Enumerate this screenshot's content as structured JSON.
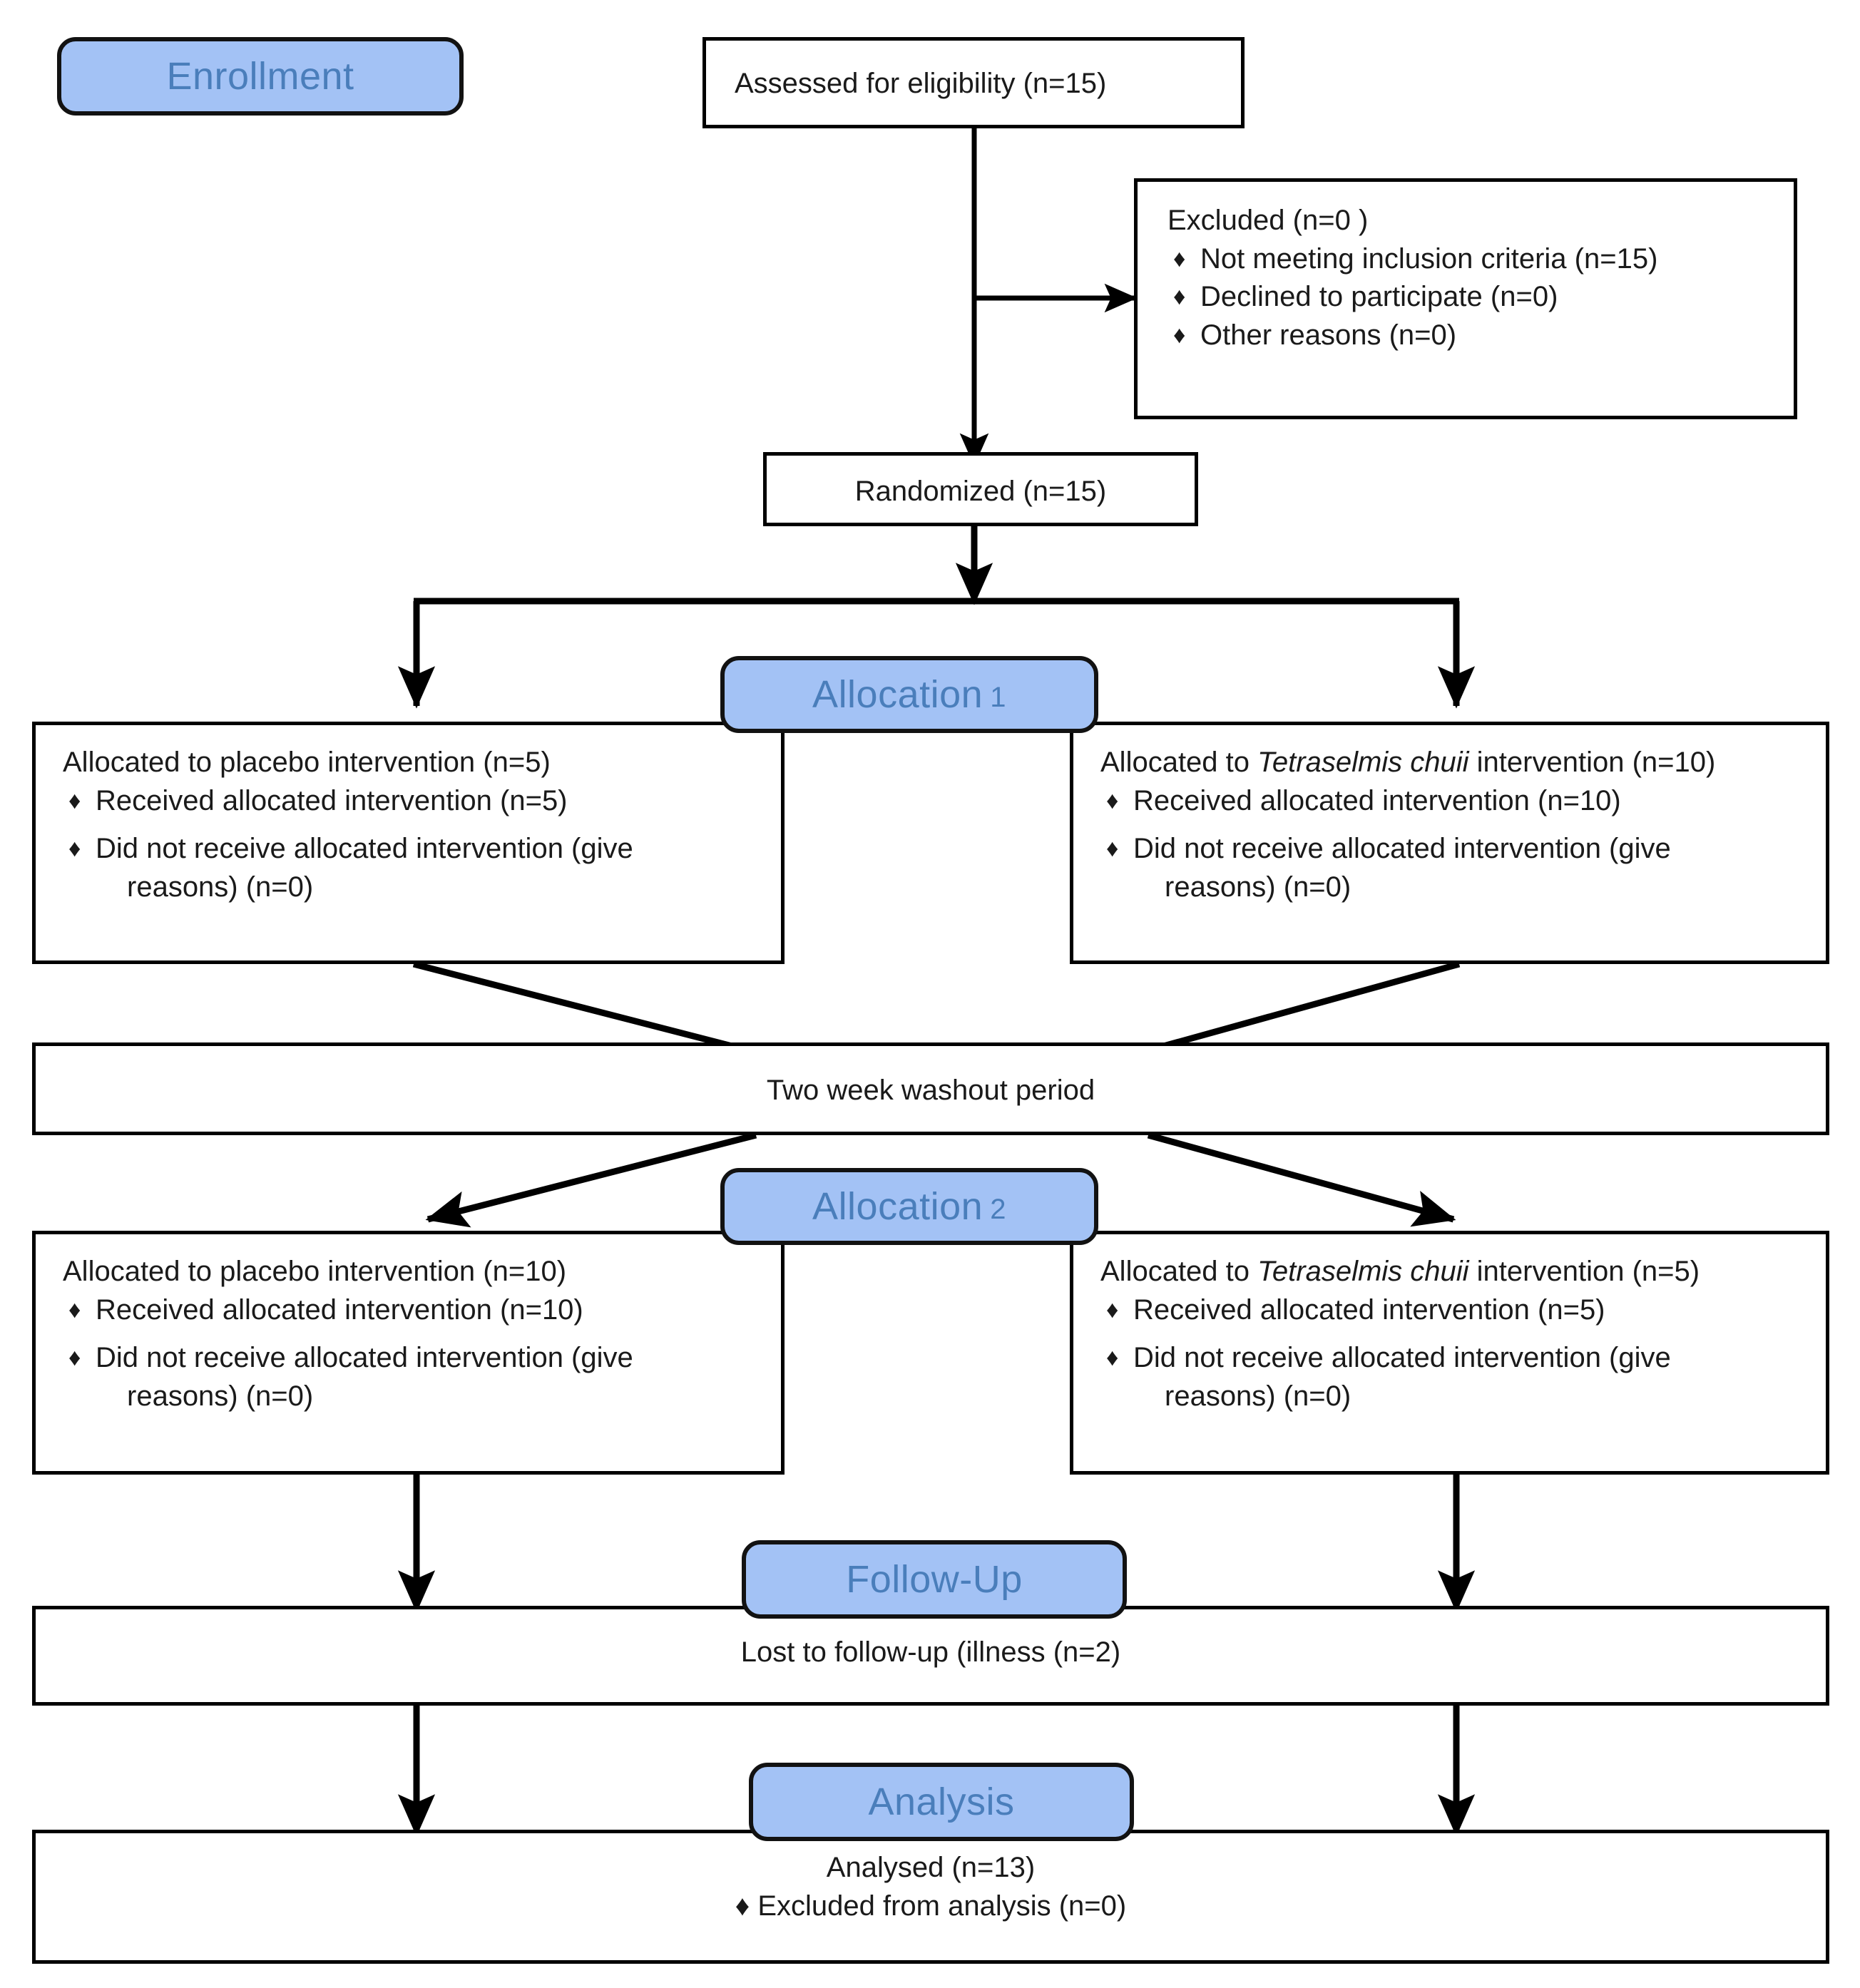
{
  "diagram": {
    "title": "CONSORT Flow Diagram",
    "type": "flowchart",
    "accent_color": "#a3c2f5",
    "accent_text_color": "#4a7ebb",
    "line_color": "#000000"
  },
  "stages": {
    "enrollment": "Enrollment",
    "allocation1": "Allocation",
    "allocation1_num": "1",
    "allocation2": "Allocation",
    "allocation2_num": "2",
    "followup": "Follow-Up",
    "analysis": "Analysis"
  },
  "boxes": {
    "assessed": {
      "text": "Assessed for eligibility (n=15)"
    },
    "excluded": {
      "heading": "Excluded  (n=0 )",
      "items": [
        "Not meeting inclusion criteria (n=15)",
        "Declined to participate (n=0)",
        "Other reasons (n=0)"
      ]
    },
    "randomized": {
      "text": "Randomized (n=15)"
    },
    "alloc1_left": {
      "heading_pre": "Allocated to placebo intervention (n=5)",
      "items": [
        "Received allocated intervention (n=5)"
      ],
      "item_wrap_first": "Did not receive allocated intervention (give",
      "item_wrap_second": "reasons) (n=0)"
    },
    "alloc1_right": {
      "heading_pre": "Allocated to ",
      "heading_italic": "Tetraselmis chuii",
      "heading_post": " intervention (n=10)",
      "items": [
        "Received allocated intervention (n=10)"
      ],
      "item_wrap_first": "Did not receive allocated intervention (give",
      "item_wrap_second": "reasons) (n=0)"
    },
    "washout": {
      "text": "Two week washout period"
    },
    "alloc2_left": {
      "heading_pre": "Allocated to placebo intervention (n=10)",
      "items": [
        "Received allocated intervention (n=10)"
      ],
      "item_wrap_first": "Did not receive allocated intervention (give",
      "item_wrap_second": "reasons) (n=0)"
    },
    "alloc2_right": {
      "heading_pre": "Allocated to ",
      "heading_italic": "Tetraselmis chuii",
      "heading_post": " intervention (n=5)",
      "items": [
        "Received allocated intervention (n=5)"
      ],
      "item_wrap_first": "Did not receive allocated intervention (give",
      "item_wrap_second": "reasons) (n=0)"
    },
    "followup_box": {
      "text": "Lost to follow-up (illness (n=2)"
    },
    "analysis_box": {
      "line1": "Analysed (n=13)",
      "item1": "Excluded from analysis (n=0)"
    }
  },
  "glyphs": {
    "bullet": "♦"
  }
}
